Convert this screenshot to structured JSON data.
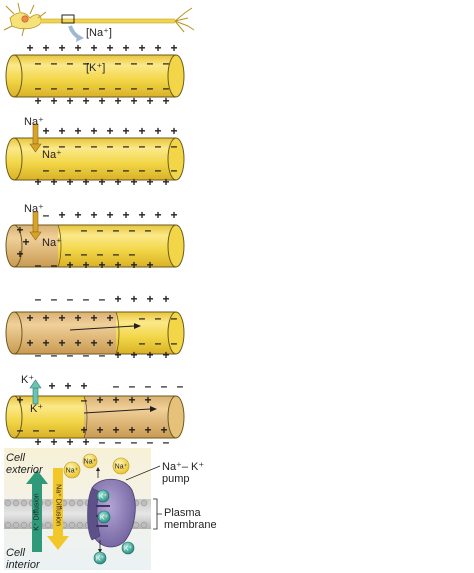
{
  "labels": {
    "na_concentration": "[Na⁺]",
    "k_concentration": "[K⁺]",
    "na": "Na⁺",
    "k": "K⁺",
    "cell_exterior": "Cell exterior",
    "cell_interior": "Cell interior",
    "pump": "Na⁺– K⁺ pump",
    "plasma_membrane": "Plasma membrane",
    "k_diffusion": "K⁺ Diffusion",
    "na_diffusion": "Na⁺ Diffusion",
    "na_ion": "Na⁺",
    "k_ion": "K⁺"
  },
  "colors": {
    "axon_fill": "#f2d648",
    "axon_dark": "#e0b82a",
    "axon_depolarized": "#e6c17a",
    "outline": "#5a4a1e",
    "na_ion": "#f3d23a",
    "k_ion": "#3aa99a",
    "pump": "#8a7ab4",
    "membrane": "#b9b9b9",
    "green_arrow": "#2e9a7a",
    "yellow_arrow": "#f2c72a"
  }
}
